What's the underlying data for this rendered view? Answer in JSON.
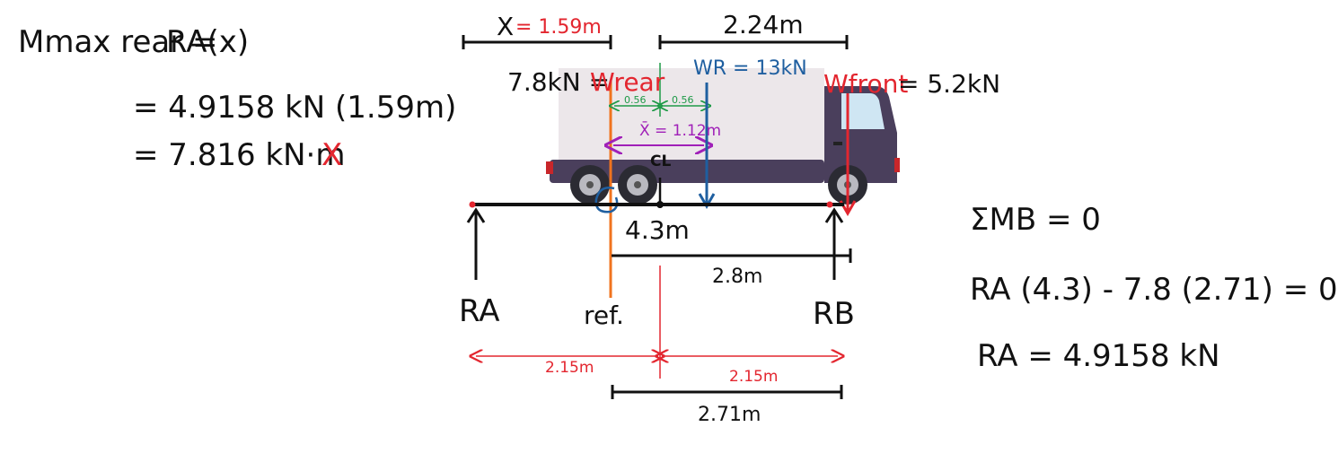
{
  "colors": {
    "ink": "#111111",
    "red": "#e3262f",
    "blue": "#1f5fa0",
    "green": "#1e9a47",
    "purple": "#a020b8",
    "orange": "#f0731e",
    "truck_body": "#4a3f5c",
    "truck_box": "#ece7ea"
  },
  "icons": [
    "truck-illustration",
    "reaction-arrow",
    "load-arrow",
    "moment-arrow"
  ],
  "left_calc": {
    "line1_lhs": "Mmax rear =",
    "line1_rhs": "RA(x)",
    "line2": "= 4.9158 kN (1.59m)",
    "line3": "= 7.816 kN·m",
    "line3_mark": "X"
  },
  "right_calc": {
    "line1": "ΣMB = 0",
    "line2": "RA (4.3) - 7.8 (2.71) = 0",
    "line3": "RA = 4.9158 kN"
  },
  "diagram": {
    "x_label": "X",
    "x_value": "= 1.59m",
    "top_dim": "2.24m",
    "w_rear_prefix": "7.8kN =",
    "w_rear": "Wrear",
    "w_r": "WR = 13kN",
    "w_front": "Wfront",
    "w_front_value": "= 5.2kN",
    "small_left": "0.56",
    "small_right": "0.56",
    "xbar": "X̄ = 1.12m",
    "cl": "CL",
    "span": "4.3m",
    "dim_2_8": "2.8m",
    "ra": "RA",
    "ref": "ref.",
    "rb": "RB",
    "half_left": "2.15m",
    "half_right": "2.15m",
    "dim_2_71": "2.71m"
  }
}
